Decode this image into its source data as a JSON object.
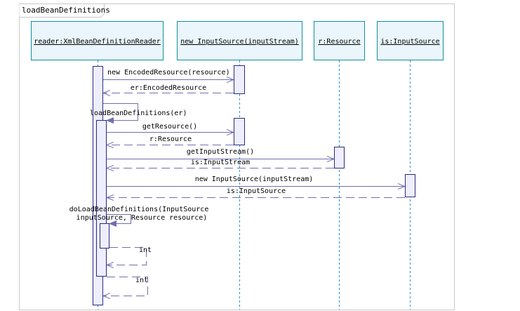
{
  "frame": {
    "title": "loadBeanDefinitions"
  },
  "participants": [
    {
      "id": "reader",
      "label": "reader:XmlBeanDefinitionReader"
    },
    {
      "id": "newis",
      "label": "new InputSource(inputStream)"
    },
    {
      "id": "r",
      "label": "r:Resource"
    },
    {
      "id": "is",
      "label": "is:InputSource"
    }
  ],
  "messages": [
    {
      "label": "new EncodedResource(resource)"
    },
    {
      "label": "er:EncodedResource"
    },
    {
      "label": "loadBeanDefinitions(er)"
    },
    {
      "label": "getResource()"
    },
    {
      "label": "r:Resource"
    },
    {
      "label": "getInputStream()"
    },
    {
      "label": "is:InputStream"
    },
    {
      "label": "new InputSource(inputStream)"
    },
    {
      "label": "is:InputSource"
    },
    {
      "label_line1": "doLoadBeanDefinitions(InputSource",
      "label_line2": "inputSource, Resource resource)"
    },
    {
      "label": "int"
    },
    {
      "label": "int"
    }
  ],
  "colors": {
    "frame_border": "#c9c9c9",
    "participant_fill": "#eaf6fb",
    "participant_border": "#0f8f9f",
    "lifeline": "#2a8fd6",
    "activation_fill": "#eeeeff",
    "activation_border": "#2a2a80",
    "message": "#7070b0"
  }
}
